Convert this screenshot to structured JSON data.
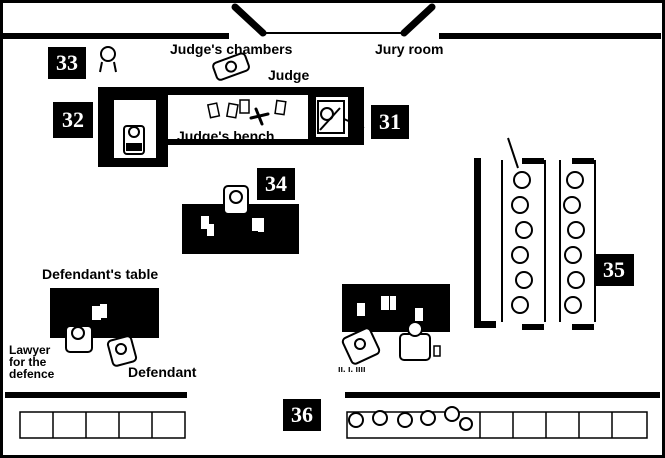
{
  "labels": {
    "judges_chambers": "Judge's chambers",
    "jury_room": "Jury room",
    "judge": "Judge",
    "judges_bench": "Judge's bench",
    "defendants_table": "Defendant's table",
    "lawyer_defence": [
      "Lawyer",
      "for the",
      "defence"
    ],
    "defendant": "Defendant",
    "prosecution_partial": "ıı. ı. ıııı"
  },
  "markers": {
    "m31": "31",
    "m32": "32",
    "m33": "33",
    "m34": "34",
    "m35": "35",
    "m36": "36"
  },
  "colors": {
    "ink": "#000000",
    "paper": "#ffffff"
  }
}
